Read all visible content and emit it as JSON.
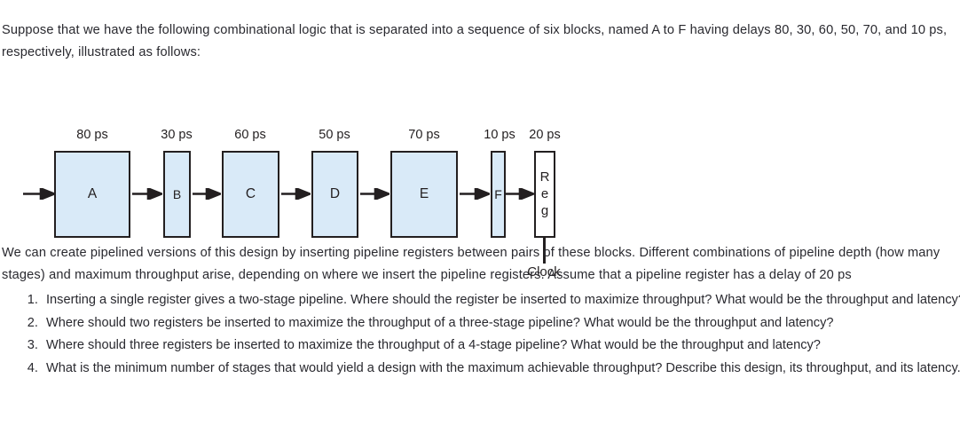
{
  "intro": {
    "paragraph": "Suppose that we have the following combinational logic that is separated into a sequence of six blocks, named A to F having delays 80, 30, 60, 50, 70, and 10 ps, respectively, illustrated as follows:"
  },
  "diagram": {
    "fill_color": "#d9eaf8",
    "stroke_color": "#231f20",
    "register_fill_color": "#ffffff",
    "blocks": [
      {
        "name": "A",
        "delay": "80 ps",
        "label": "A"
      },
      {
        "name": "B",
        "delay": "30 ps",
        "label": "B"
      },
      {
        "name": "C",
        "delay": "60 ps",
        "label": "C"
      },
      {
        "name": "D",
        "delay": "50 ps",
        "label": "D"
      },
      {
        "name": "E",
        "delay": "70 ps",
        "label": "E"
      },
      {
        "name": "F",
        "delay": "10 ps",
        "label": "F"
      },
      {
        "name": "Reg",
        "delay": "20 ps",
        "label": "Reg",
        "label_lines": [
          "R",
          "e",
          "g"
        ]
      }
    ],
    "clock_label": "Clock"
  },
  "body": {
    "pipeline_paragraph": "We can create pipelined versions of this design by inserting pipeline registers between pairs of these blocks. Different combinations of pipeline depth (how many stages) and maximum throughput arise, depending on where we insert the pipeline registers. Assume that a pipeline register has a delay of 20 ps"
  },
  "questions": [
    "Inserting a single register gives a two-stage pipeline. Where should the register be inserted to maximize throughput? What would be the throughput and latency?",
    "Where should two registers be inserted to maximize the throughput of a three-stage pipeline? What would be the throughput and latency?",
    "Where should three registers be inserted to maximize the throughput of a 4-stage pipeline? What would be the throughput and latency?",
    "What is the minimum number of stages that would yield a design with the maximum achievable throughput? Describe this design, its throughput, and its latency."
  ]
}
